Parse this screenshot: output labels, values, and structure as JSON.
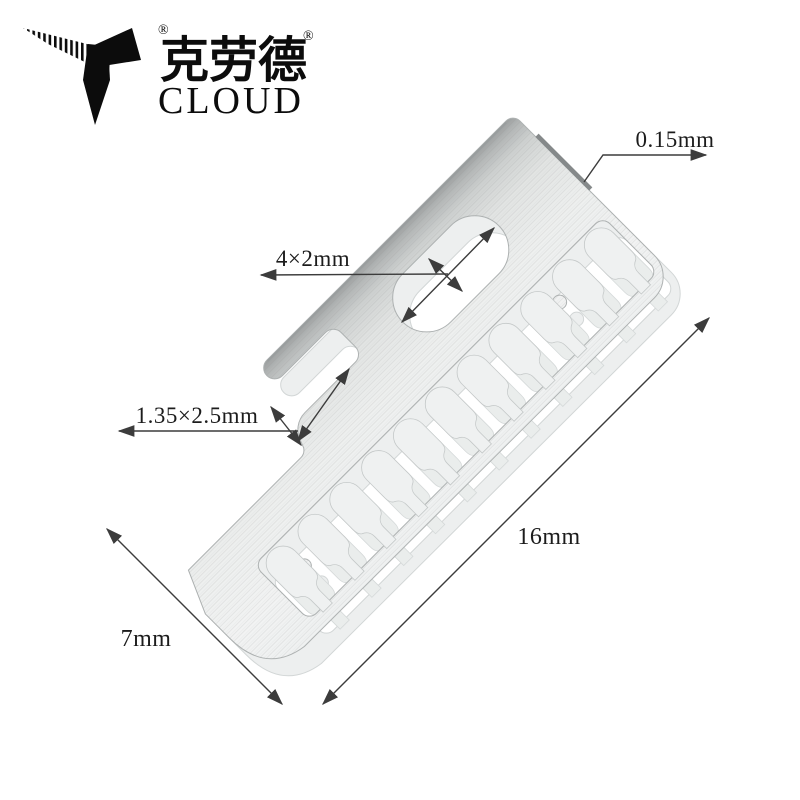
{
  "brand": {
    "name_cn": "克劳德",
    "name_en": "CLOUD",
    "registered_mark": "®"
  },
  "dimensions": {
    "thickness": "0.15mm",
    "oval_hole": "4×2mm",
    "side_notch": "1.35×2.5mm",
    "blade_length": "16mm",
    "blade_width": "7mm"
  },
  "colors": {
    "background": "#ffffff",
    "metal_edge_dark": "#9b9e9e",
    "metal_light": "#f1f3f2",
    "bottom_layer": "#edefef",
    "annotation_line": "#3c3c3c",
    "logo_ink": "#0c0c0c"
  }
}
